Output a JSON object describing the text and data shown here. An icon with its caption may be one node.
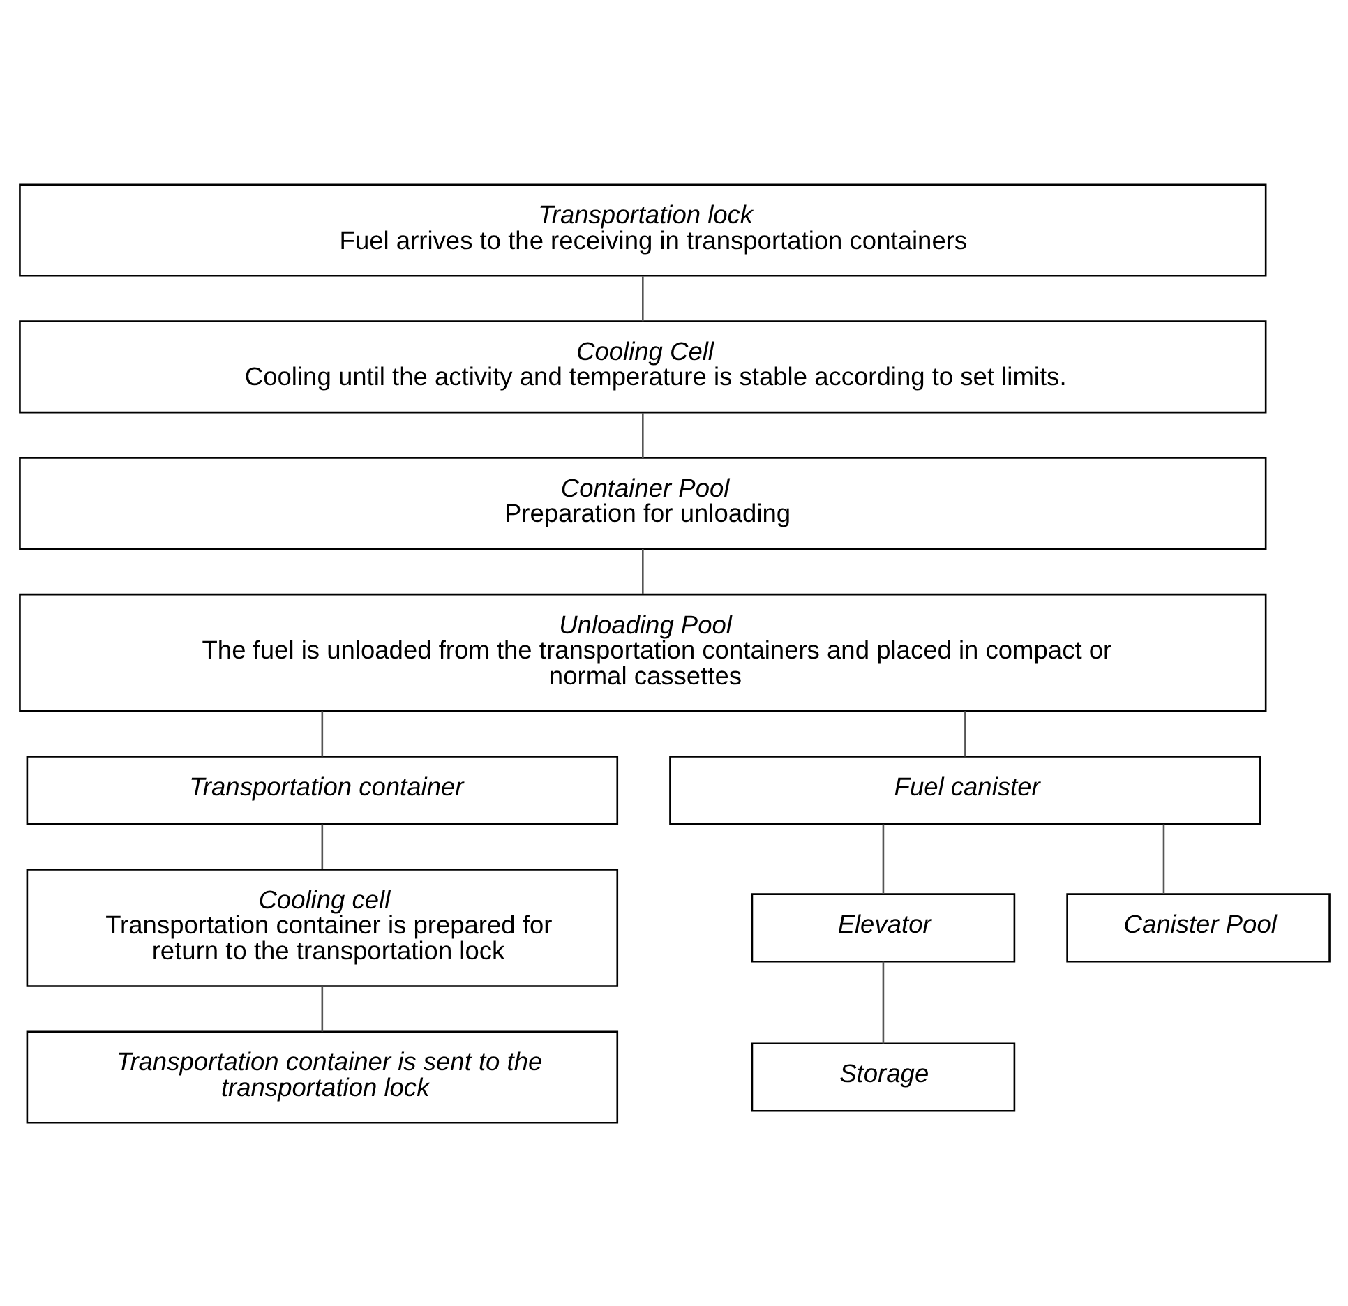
{
  "diagram": {
    "nodes": [
      {
        "text": [
          "Transportation lock",
          "Fuel arrives to the receiving in transportation containers"
        ]
      },
      {
        "text": [
          "Cooling Cell",
          "Cooling until the activity and temperature is stable according to set limits."
        ]
      },
      {
        "text": [
          "Container Pool",
          "Preparation for unloading"
        ]
      },
      {
        "text": [
          "Unloading Pool",
          "The fuel is unloaded from the transportation containers and placed in compact or normal cassettes"
        ]
      },
      {
        "text": [
          "Transportation container"
        ]
      },
      {
        "text": [
          "Fuel canister"
        ]
      },
      {
        "text": [
          "Cooling cell",
          "Transportation container is prepared for return to the transportation lock"
        ]
      },
      {
        "text": [
          "Transportation container is sent to the transportation lock"
        ]
      },
      {
        "text": [
          "Elevator"
        ]
      },
      {
        "text": [
          "Canister Pool"
        ]
      },
      {
        "text": [
          "Storage"
        ]
      }
    ],
    "edges": [
      {
        "from": 0,
        "to": 1,
        "arrow": "none"
      },
      {
        "from": 1,
        "to": 2,
        "arrow": "none"
      },
      {
        "from": 2,
        "to": 3,
        "arrow": "none"
      },
      {
        "from": 3,
        "to": 4,
        "arrow": "none"
      },
      {
        "from": 3,
        "to": 5,
        "arrow": "none"
      },
      {
        "from": 4,
        "to": 6,
        "arrow": "none"
      },
      {
        "from": 6,
        "to": 7,
        "arrow": "none"
      },
      {
        "from": 5,
        "to": 8,
        "arrow": "none"
      },
      {
        "from": 5,
        "to": 9,
        "arrow": "none"
      },
      {
        "from": 8,
        "to": 10,
        "arrow": "none"
      }
    ]
  }
}
